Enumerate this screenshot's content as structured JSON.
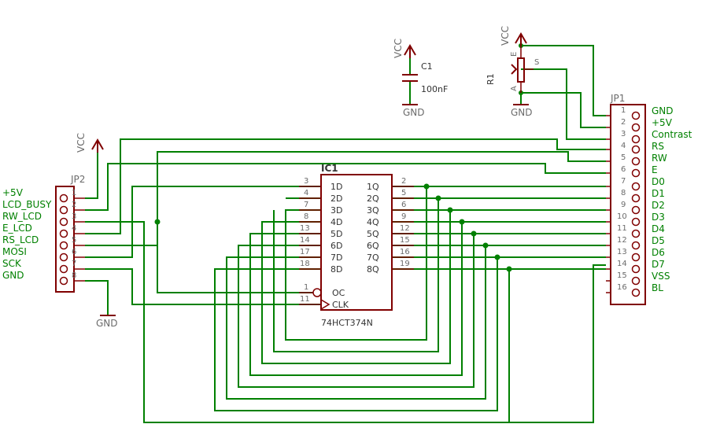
{
  "ic1": {
    "name": "IC1",
    "part": "74HCT374N",
    "d_inputs": [
      {
        "pin": "3",
        "label": "1D"
      },
      {
        "pin": "4",
        "label": "2D"
      },
      {
        "pin": "7",
        "label": "3D"
      },
      {
        "pin": "8",
        "label": "4D"
      },
      {
        "pin": "13",
        "label": "5D"
      },
      {
        "pin": "14",
        "label": "6D"
      },
      {
        "pin": "17",
        "label": "7D"
      },
      {
        "pin": "18",
        "label": "8D"
      }
    ],
    "q_outputs": [
      {
        "pin": "2",
        "label": "1Q"
      },
      {
        "pin": "5",
        "label": "2Q"
      },
      {
        "pin": "6",
        "label": "3Q"
      },
      {
        "pin": "9",
        "label": "4Q"
      },
      {
        "pin": "12",
        "label": "5Q"
      },
      {
        "pin": "15",
        "label": "6Q"
      },
      {
        "pin": "16",
        "label": "7Q"
      },
      {
        "pin": "19",
        "label": "8Q"
      }
    ],
    "oc": {
      "pin": "1",
      "label": "OC"
    },
    "clk": {
      "pin": "11",
      "label": "CLK"
    }
  },
  "jp2": {
    "name": "JP2",
    "pins": [
      "1",
      "2",
      "3",
      "4",
      "5",
      "6",
      "7",
      "8"
    ],
    "nets": [
      "+5V",
      "LCD_BUSY",
      "RW_LCD",
      "E_LCD",
      "RS_LCD",
      "MOSI",
      "SCK",
      "GND"
    ]
  },
  "jp1": {
    "name": "JP1",
    "pins": [
      "1",
      "2",
      "3",
      "4",
      "5",
      "6",
      "7",
      "8",
      "9",
      "10",
      "11",
      "12",
      "13",
      "14",
      "15",
      "16"
    ],
    "nets": [
      "GND",
      "+5V",
      "Contrast",
      "RS",
      "RW",
      "E",
      "D0",
      "D1",
      "D2",
      "D3",
      "D4",
      "D5",
      "D6",
      "D7",
      "VSS",
      "BL"
    ]
  },
  "c1": {
    "name": "C1",
    "value": "100nF",
    "supply": "VCC",
    "ground": "GND"
  },
  "r1": {
    "name": "R1",
    "supply": "VCC",
    "ground": "GND",
    "pin_e": "E",
    "pin_s": "S",
    "pin_a": "A"
  },
  "jp2_supply": "VCC",
  "jp2_ground": "GND",
  "colors": {
    "wire": "#008000",
    "symbol": "#800000",
    "label": "#6b6b6b"
  }
}
